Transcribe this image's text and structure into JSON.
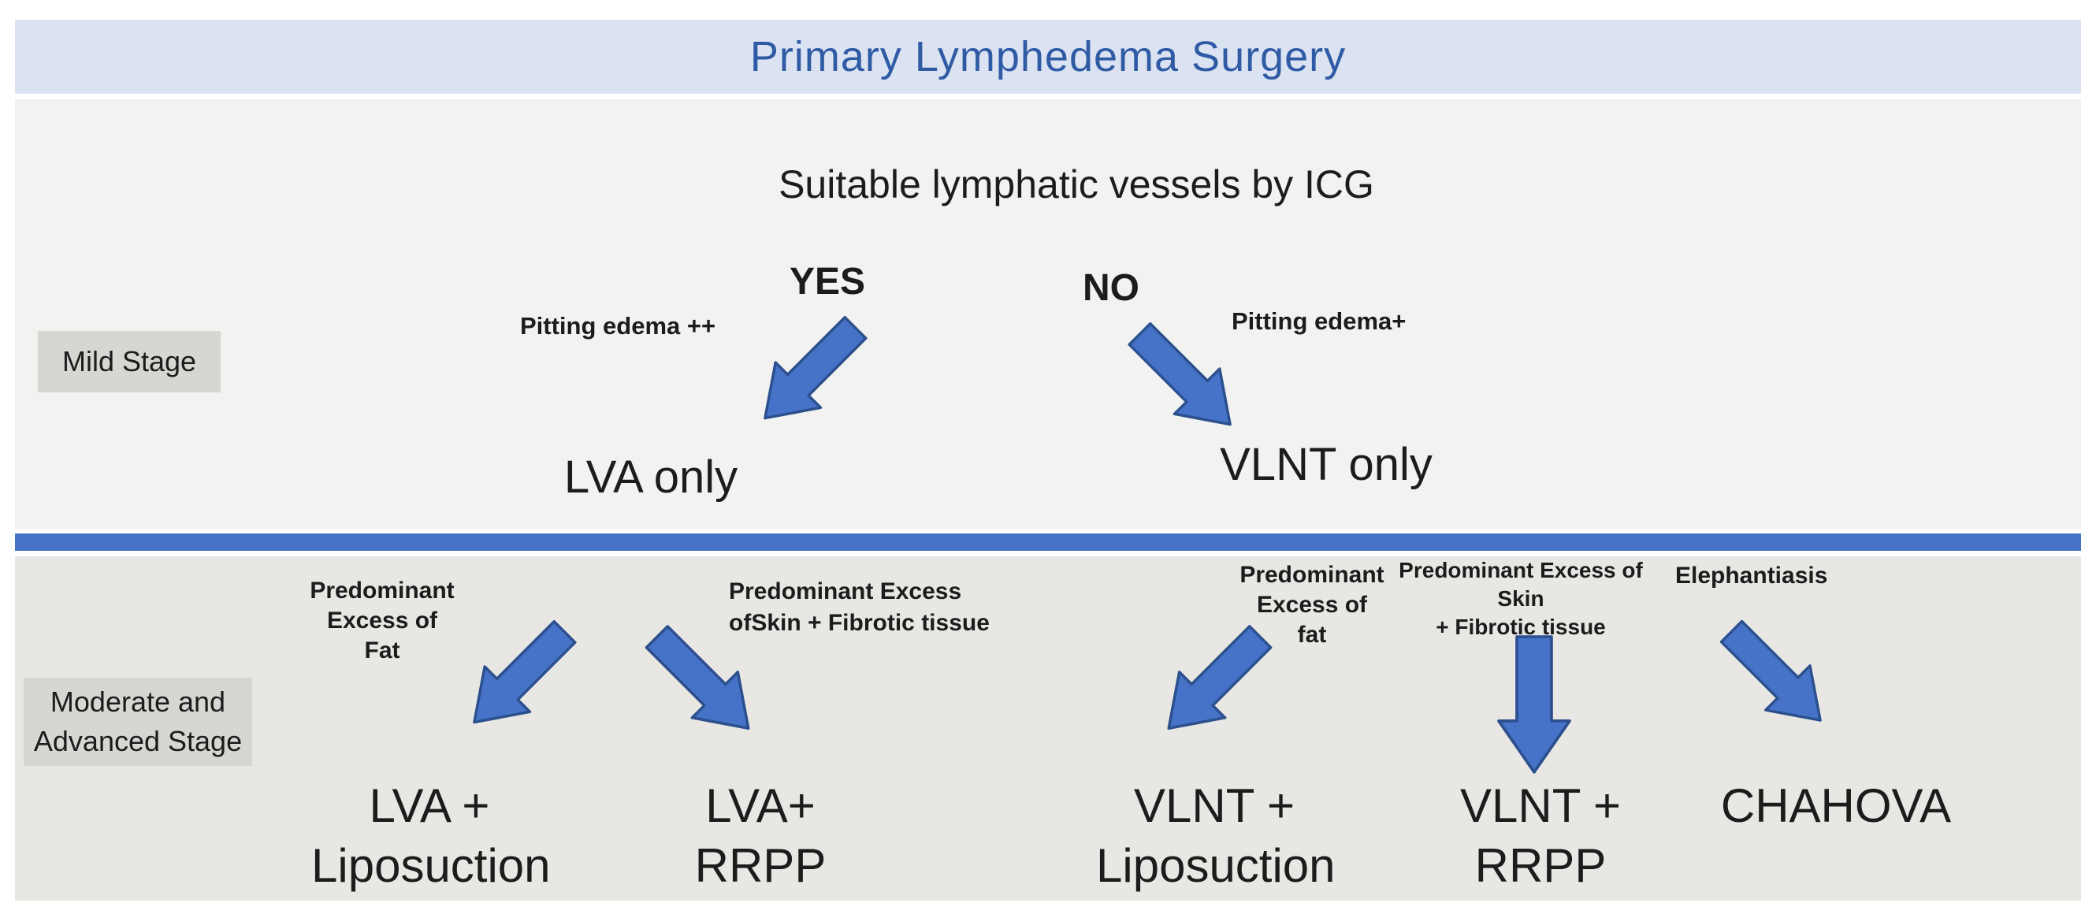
{
  "title": "Primary Lymphedema Surgery",
  "mild": {
    "stage_label": "Mild Stage",
    "question": "Suitable lymphatic vessels by ICG",
    "yes_branch": {
      "answer": "YES",
      "condition": "Pitting edema ++",
      "arrow_direction": "down-left",
      "outcome": "LVA only"
    },
    "no_branch": {
      "answer": "NO",
      "condition": "Pitting edema+",
      "arrow_direction": "down-right",
      "outcome": "VLNT only"
    }
  },
  "moderate": {
    "stage_label_lines": [
      "Moderate and",
      "Advanced Stage"
    ],
    "branches": [
      {
        "condition_lines": [
          "Predominant",
          "Excess of",
          "Fat"
        ],
        "arrow_direction": "down-left",
        "outcome_lines": [
          "LVA +",
          "Liposuction"
        ]
      },
      {
        "condition_lines": [
          "Predominant Excess",
          "ofSkin + Fibrotic tissue"
        ],
        "arrow_direction": "down-right",
        "outcome_lines": [
          "LVA+",
          "RRPP"
        ]
      },
      {
        "condition_lines": [
          "Predominant",
          "Excess of",
          "fat"
        ],
        "arrow_direction": "down-left",
        "outcome_lines": [
          "VLNT +",
          "Liposuction"
        ]
      },
      {
        "condition_lines": [
          "Predominant Excess of",
          "Skin",
          "+ Fibrotic tissue"
        ],
        "arrow_direction": "down",
        "outcome_lines": [
          "VLNT +",
          "RRPP"
        ]
      },
      {
        "condition_lines": [
          "Elephantiasis"
        ],
        "arrow_direction": "down-right",
        "outcome_lines": [
          "CHAHOVA"
        ]
      }
    ]
  },
  "colors": {
    "title_bar_bg": "#dbe2f1",
    "title_text": "#2f5ba5",
    "mild_section_bg": "#f2f2f0",
    "moderate_section_bg": "#e9e7e4",
    "stage_box_bg": "#d8d6d3",
    "divider": "#4472c4",
    "arrow_fill": "#4673c8",
    "arrow_border": "#2c508e",
    "body_text": "#1c1c1c"
  }
}
